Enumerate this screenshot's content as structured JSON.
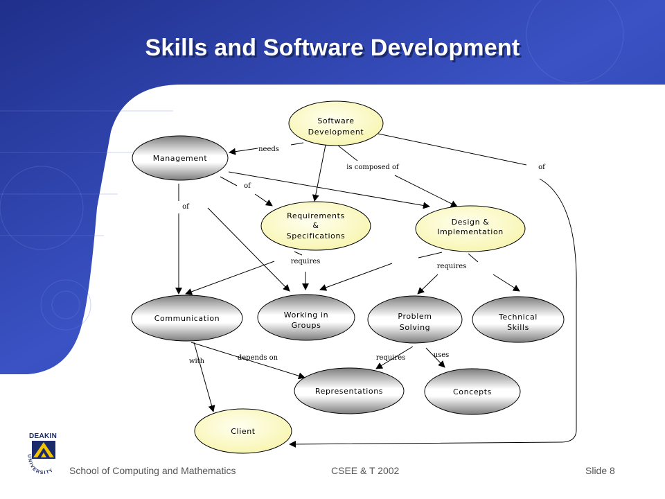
{
  "slide": {
    "title": "Skills and Software Development",
    "footer_left": "School of Computing and Mathematics",
    "footer_center": "CSEE & T 2002",
    "footer_right": "Slide 8",
    "logo_name": "DEAKIN",
    "logo_university": "UNIVERSITY"
  },
  "colors": {
    "header_blue": "#2a3fa8",
    "node_yellow": "#fdfdc2",
    "node_gray_dark": "#8a8a8a",
    "node_gray_light": "#ffffff"
  },
  "diagram": {
    "nodes": {
      "software_development": [
        "Software",
        "Development"
      ],
      "management": [
        "Management"
      ],
      "requirements": [
        "Requirements",
        "&",
        "Specifications"
      ],
      "design": [
        "Design &",
        "Implementation"
      ],
      "communication": [
        "Communication"
      ],
      "working_in_groups": [
        "Working in",
        "Groups"
      ],
      "problem_solving": [
        "Problem",
        "Solving"
      ],
      "technical_skills": [
        "Technical",
        "Skills"
      ],
      "representations": [
        "Representations"
      ],
      "concepts": [
        "Concepts"
      ],
      "client": [
        "Client"
      ]
    },
    "edge_labels": {
      "needs": "needs",
      "is_composed_of": "is composed of",
      "of_sd_client": "of",
      "of_mgmt_req": "of",
      "of_mgmt_comm": "of",
      "requires_req": "requires",
      "requires_design": "requires",
      "depends_on": "depends on",
      "with": "with",
      "requires_ps": "requires",
      "uses": "uses"
    }
  }
}
